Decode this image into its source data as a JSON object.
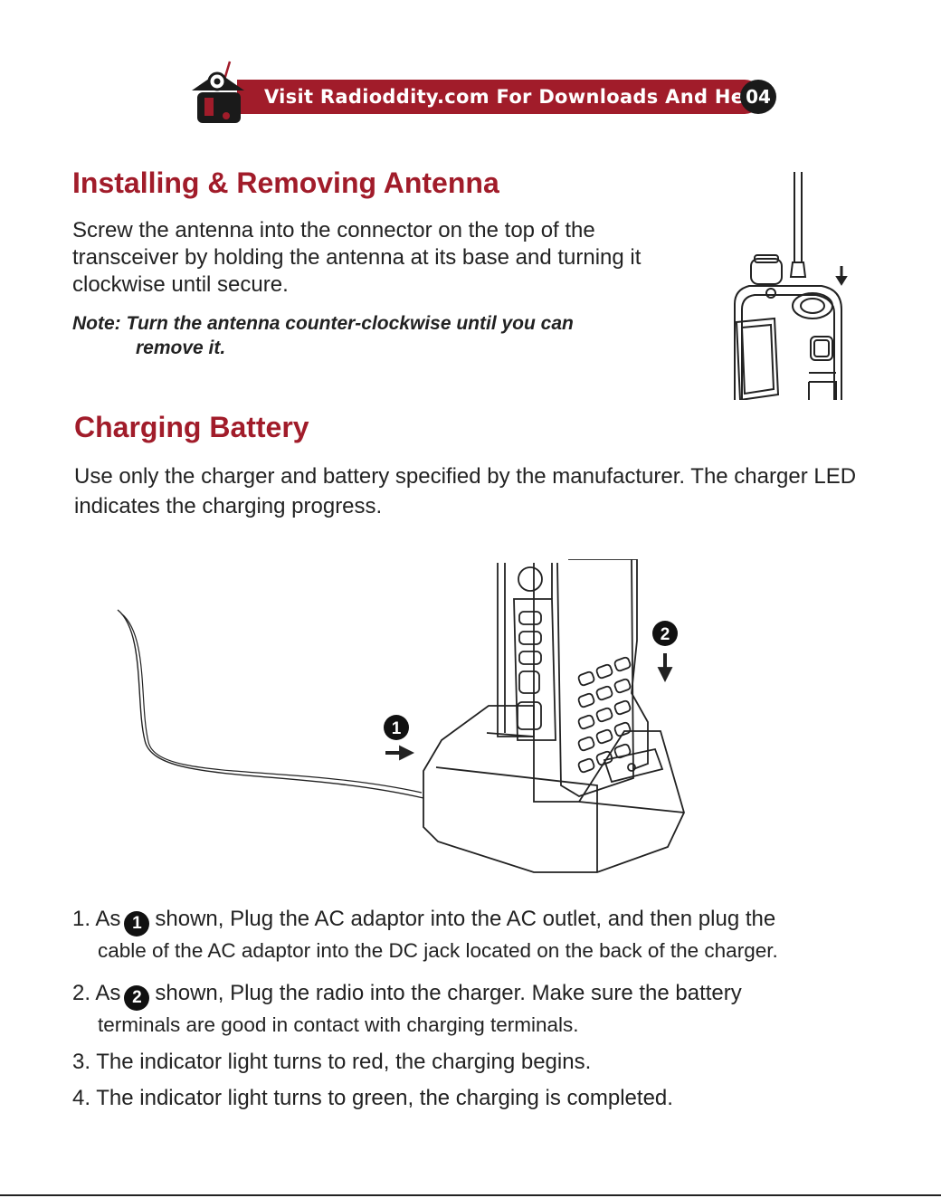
{
  "header": {
    "banner_text": "Visit Radioddity.com For Downloads And Help",
    "page_number": "04",
    "brand_color": "#a11c2a",
    "mascot_icon": "radioddity-mascot-icon"
  },
  "antenna_section": {
    "title": "Installing & Removing Antenna",
    "body": "Screw the antenna into the connector on the top of the transceiver by holding the antenna at its base and turning it clockwise until secure.",
    "note_line1": "Note: Turn the antenna counter-clockwise until you can",
    "note_line2": "remove it."
  },
  "battery_section": {
    "title": "Charging Battery",
    "body": "Use only the charger and battery specified by the manufacturer. The charger LED indicates the charging progress.",
    "callout_1": "1",
    "callout_2": "2"
  },
  "steps": [
    {
      "prefix": "1. As",
      "badge": "1",
      "text": "shown, Plug the AC adaptor into the AC outlet, and then plug the",
      "cont": "cable of the AC adaptor into the DC jack located on the back of the charger."
    },
    {
      "prefix": "2. As",
      "badge": "2",
      "text": "shown, Plug the radio into the charger. Make sure the battery",
      "cont": "terminals are good in contact with charging terminals."
    },
    {
      "text": "3. The indicator light turns to red, the charging begins."
    },
    {
      "text": "4. The indicator light turns to green, the charging is completed."
    }
  ]
}
